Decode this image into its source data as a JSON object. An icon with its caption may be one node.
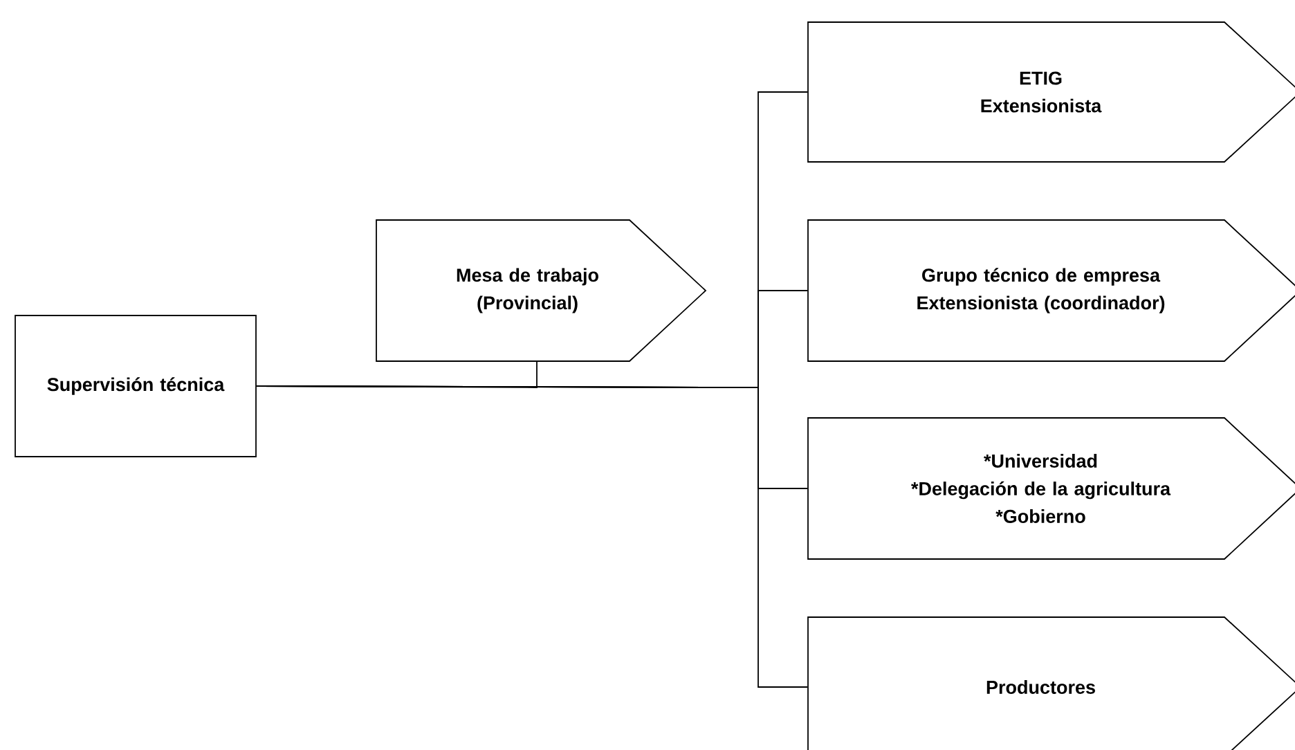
{
  "diagram": {
    "nodes": [
      {
        "text": [
          "Supervisión técnica"
        ]
      },
      {
        "text": [
          "Mesa de trabajo",
          "(Provincial)"
        ]
      },
      {
        "text": [
          "ETIG",
          "Extensionista"
        ]
      },
      {
        "text": [
          "Grupo técnico de empresa",
          "Extensionista (coordinador)"
        ]
      },
      {
        "text": [
          "*Universidad",
          "*Delegación de la agricultura",
          "*Gobierno"
        ]
      },
      {
        "text": [
          "Productores"
        ]
      }
    ],
    "edges": [
      {
        "from": 0,
        "to": 1,
        "arrow": "none"
      },
      {
        "from": 0,
        "to": 2,
        "arrow": "none"
      },
      {
        "from": 0,
        "to": 3,
        "arrow": "none"
      },
      {
        "from": 0,
        "to": 4,
        "arrow": "none"
      },
      {
        "from": 0,
        "to": 5,
        "arrow": "none"
      }
    ]
  }
}
